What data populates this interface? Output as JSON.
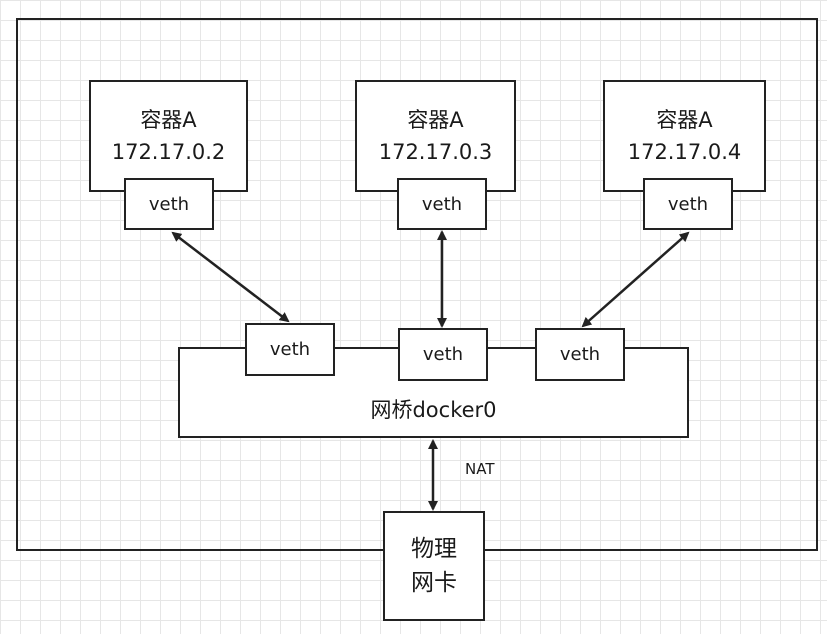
{
  "containers": [
    {
      "name": "容器A",
      "ip": "172.17.0.2",
      "veth": "veth"
    },
    {
      "name": "容器A",
      "ip": "172.17.0.3",
      "veth": "veth"
    },
    {
      "name": "容器A",
      "ip": "172.17.0.4",
      "veth": "veth"
    }
  ],
  "bridge": {
    "label": "网桥docker0",
    "veths": [
      "veth",
      "veth",
      "veth"
    ]
  },
  "nat_label": "NAT",
  "nic": {
    "line1": "物理",
    "line2": "网卡"
  }
}
